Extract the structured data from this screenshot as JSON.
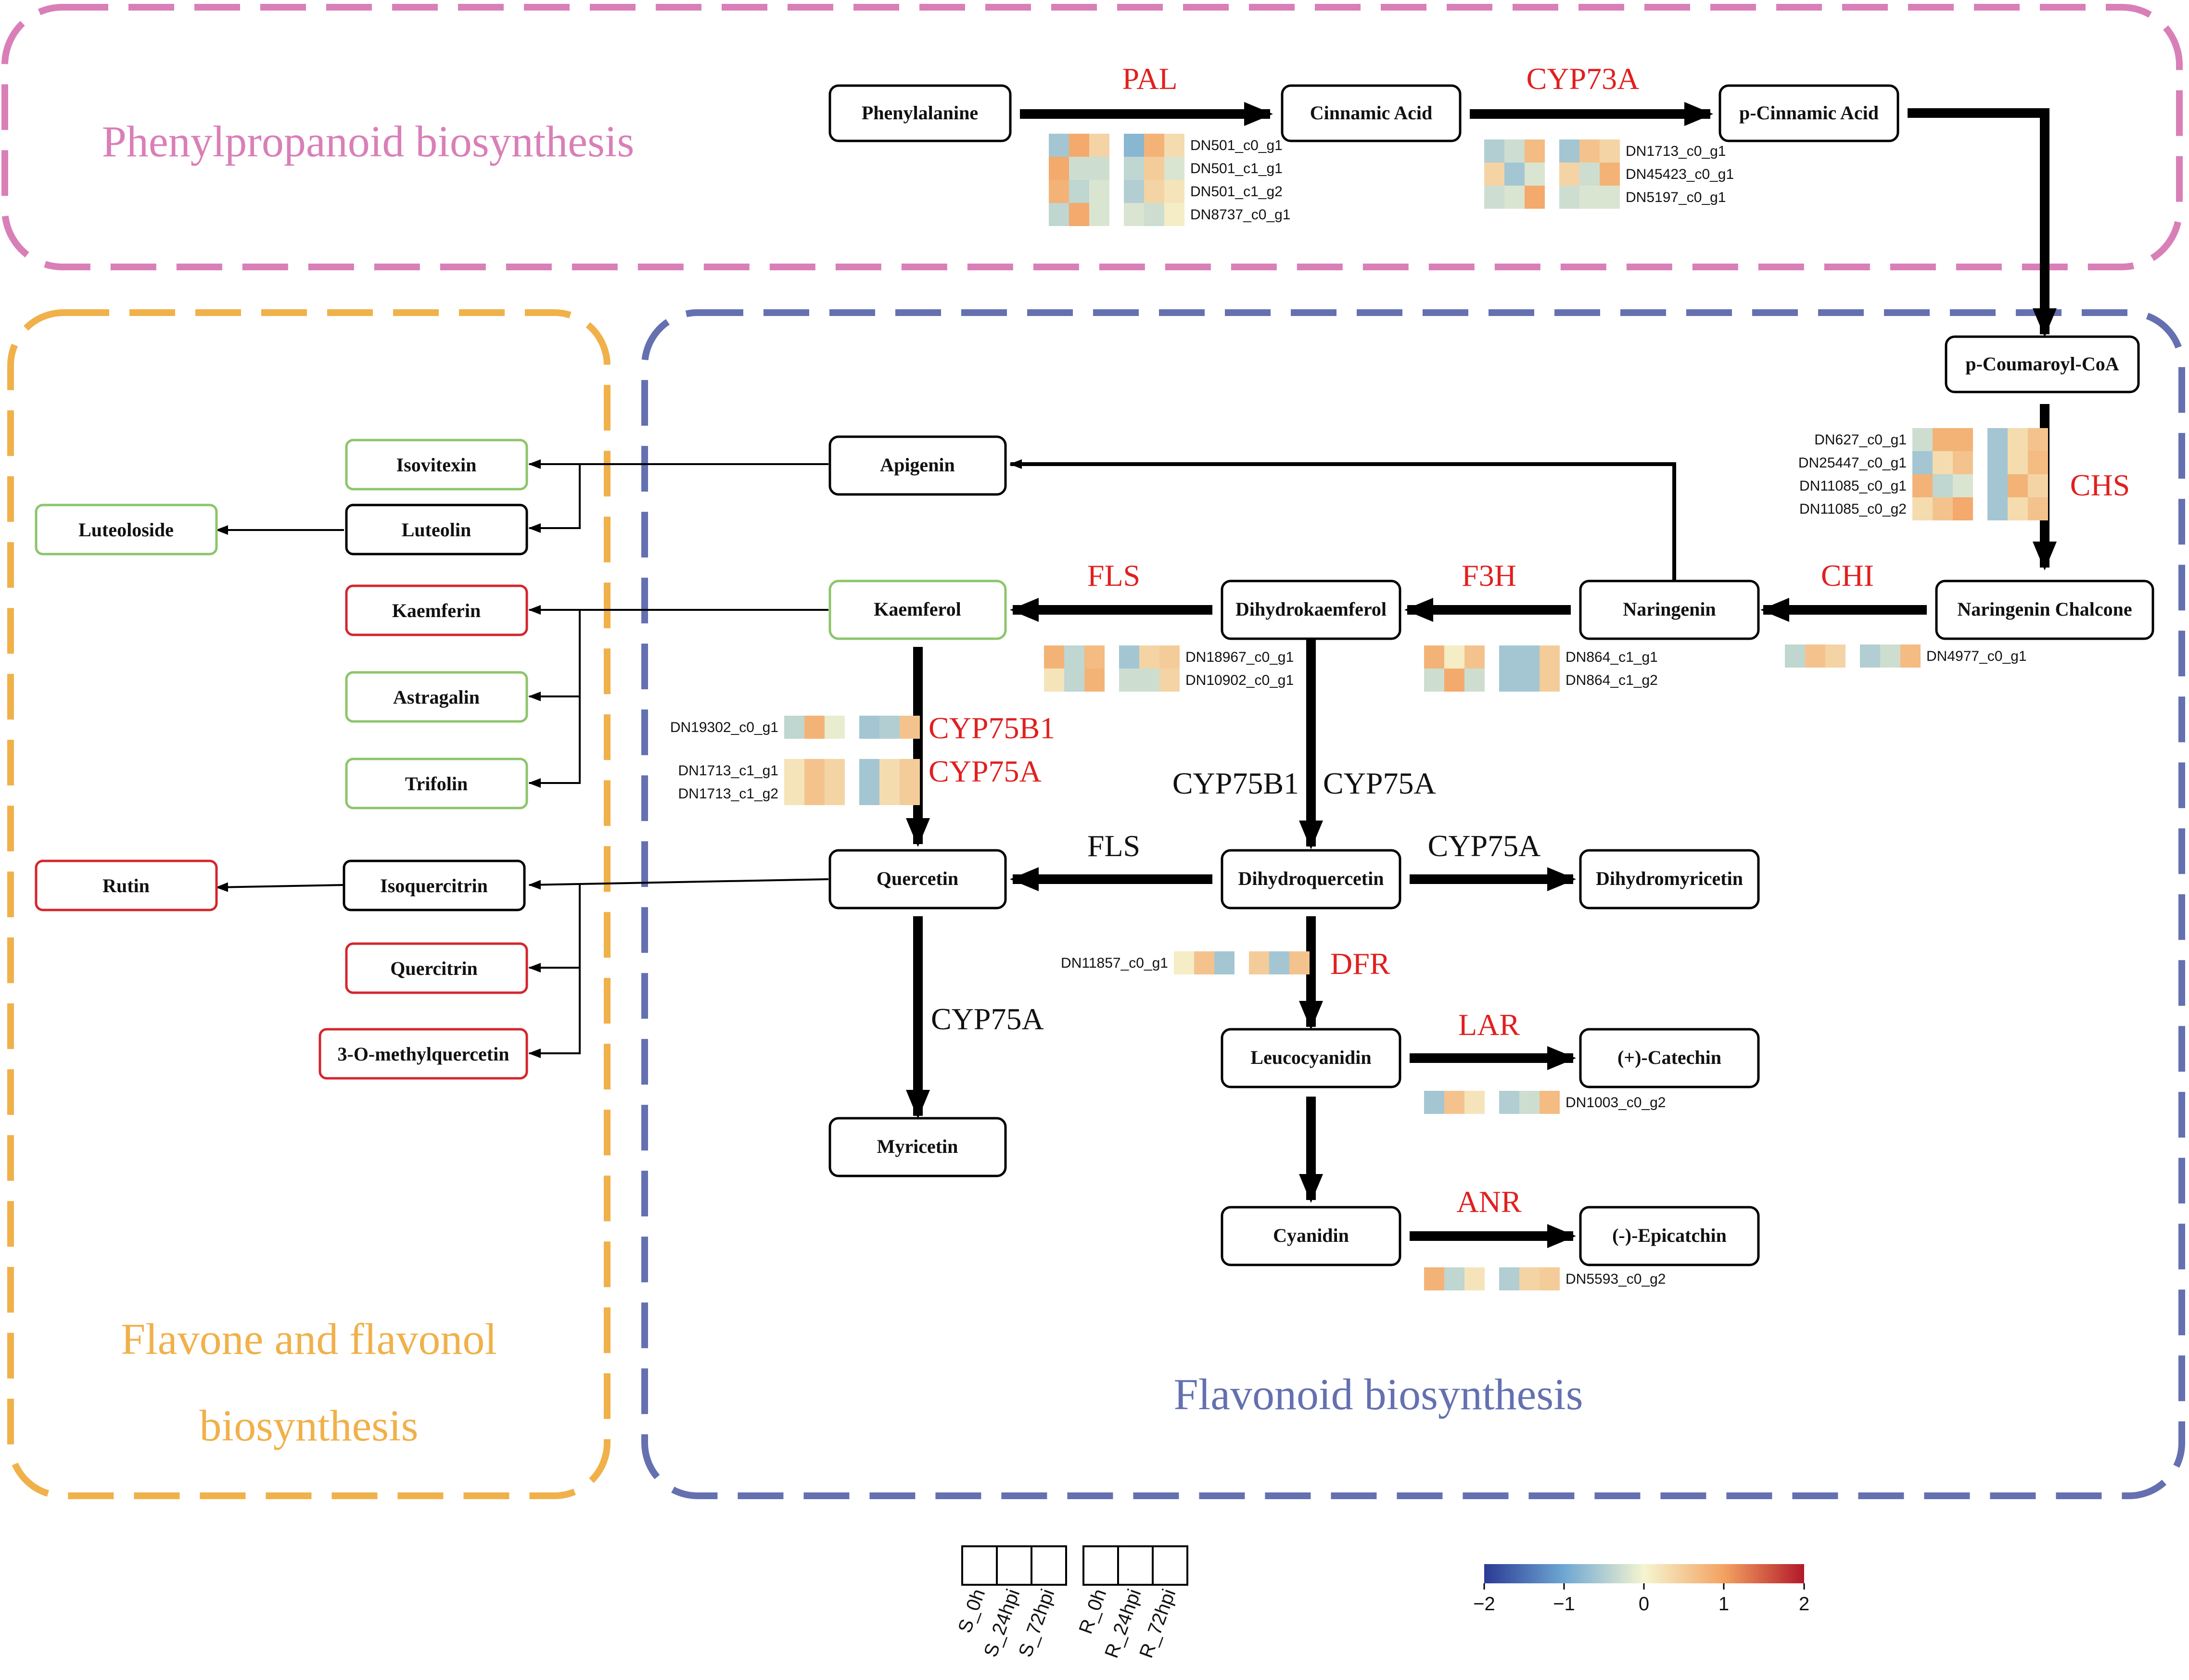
{
  "regions": {
    "phenylpropanoid": "Phenylpropanoid biosynthesis",
    "flavone_line1": "Flavone and flavonol",
    "flavone_line2": "biosynthesis",
    "flavonoid": "Flavonoid biosynthesis"
  },
  "colors": {
    "phenylpropanoid": "#d97fb8",
    "flavone": "#f0b14a",
    "flavonoid": "#6470b0",
    "green_border": "#8cc56a",
    "red_border": "#d4252c",
    "enzyme_red": "#e0201f"
  },
  "nodes": {
    "phenylalanine": "Phenylalanine",
    "cinnamic": "Cinnamic Acid",
    "p_cinnamic": "p-Cinnamic Acid",
    "coumaroyl": "p-Coumaroyl-CoA",
    "chalcone": "Naringenin Chalcone",
    "naringenin": "Naringenin",
    "dihydrokaemferol": "Dihydrokaemferol",
    "kaemferol": "Kaemferol",
    "apigenin": "Apigenin",
    "quercetin": "Quercetin",
    "dihydroquercetin": "Dihydroquercetin",
    "dihydromyricetin": "Dihydromyricetin",
    "myricetin": "Myricetin",
    "leucocyanidin": "Leucocyanidin",
    "catechin": "(+)-Catechin",
    "cyanidin": "Cyanidin",
    "epicatchin": "(-)-Epicatchin",
    "isovitexin": "Isovitexin",
    "luteolin": "Luteolin",
    "luteoloside": "Luteoloside",
    "kaemferin": "Kaemferin",
    "astragalin": "Astragalin",
    "trifolin": "Trifolin",
    "isoquercitrin": "Isoquercitrin",
    "rutin": "Rutin",
    "quercitrin": "Quercitrin",
    "methylquercetin": "3-O-methylquercetin"
  },
  "enzymes": {
    "pal": "PAL",
    "cyp73a": "CYP73A",
    "chs": "CHS",
    "chi": "CHI",
    "f3h": "F3H",
    "fls_red": "FLS",
    "cyp75b1_red": "CYP75B1",
    "cyp75a_red": "CYP75A",
    "cyp75b1_black": "CYP75B1",
    "cyp75a_black_mid": "CYP75A",
    "fls_black": "FLS",
    "cyp75a_right": "CYP75A",
    "dfr": "DFR",
    "cyp75a_down": "CYP75A",
    "lar": "LAR",
    "anr": "ANR"
  },
  "heatmaps": {
    "pal": {
      "genes": [
        "DN501_c0_g1",
        "DN501_c1_g1",
        "DN501_c1_g2",
        "DN8737_c0_g1"
      ],
      "values": [
        [
          -0.6,
          0.9,
          0.4,
          -0.8,
          0.8,
          0.3
        ],
        [
          0.9,
          -0.3,
          -0.3,
          -0.4,
          0.5,
          -0.2
        ],
        [
          0.8,
          -0.4,
          -0.2,
          -0.5,
          0.4,
          0.2
        ],
        [
          -0.4,
          0.9,
          -0.2,
          -0.2,
          -0.3,
          0.1
        ]
      ]
    },
    "cyp73a": {
      "genes": [
        "DN1713_c0_g1",
        "DN45423_c0_g1",
        "DN5197_c0_g1"
      ],
      "values": [
        [
          -0.5,
          -0.3,
          0.7,
          -0.6,
          0.6,
          0.4
        ],
        [
          0.4,
          -0.6,
          -0.2,
          0.4,
          -0.3,
          0.8
        ],
        [
          -0.3,
          -0.2,
          0.9,
          -0.3,
          -0.2,
          -0.2
        ]
      ]
    },
    "chs": {
      "genes": [
        "DN627_c0_g1",
        "DN25447_c0_g1",
        "DN11085_c0_g1",
        "DN11085_c0_g2"
      ],
      "values": [
        [
          -0.3,
          0.8,
          0.8,
          -0.6,
          0.3,
          0.6
        ],
        [
          -0.6,
          0.3,
          0.6,
          -0.6,
          0.3,
          0.7
        ],
        [
          0.8,
          -0.4,
          -0.2,
          -0.6,
          0.8,
          0.4
        ],
        [
          0.3,
          0.6,
          0.9,
          -0.6,
          0.3,
          0.6
        ]
      ]
    },
    "chi": {
      "genes": [
        "DN4977_c0_g1"
      ],
      "values": [
        [
          -0.4,
          0.6,
          0.4,
          -0.5,
          -0.3,
          0.7
        ]
      ]
    },
    "fls": {
      "genes": [
        "DN18967_c0_g1",
        "DN10902_c0_g1"
      ],
      "values": [
        [
          0.8,
          -0.4,
          0.7,
          -0.6,
          0.4,
          0.5
        ],
        [
          0.2,
          -0.4,
          0.8,
          -0.3,
          -0.3,
          0.4
        ]
      ]
    },
    "f3h": {
      "genes": [
        "DN864_c1_g1",
        "DN864_c1_g2"
      ],
      "values": [
        [
          0.8,
          0.1,
          0.6,
          -0.6,
          -0.6,
          0.5
        ],
        [
          -0.3,
          0.9,
          -0.3,
          -0.6,
          -0.6,
          0.5
        ]
      ]
    },
    "cyp75b1": {
      "genes": [
        "DN19302_c0_g1"
      ],
      "values": [
        [
          -0.4,
          0.8,
          -0.1,
          -0.6,
          -0.5,
          0.6
        ]
      ]
    },
    "cyp75a": {
      "genes": [
        "DN1713_c1_g1",
        "DN1713_c1_g2"
      ],
      "values": [
        [
          0.2,
          0.6,
          0.4,
          -0.6,
          0.3,
          0.5
        ],
        [
          0.2,
          0.6,
          0.4,
          -0.6,
          0.3,
          0.5
        ]
      ]
    },
    "dfr": {
      "genes": [
        "DN11857_c0_g1"
      ],
      "values": [
        [
          0.1,
          0.6,
          -0.6,
          0.5,
          -0.6,
          0.6
        ]
      ]
    },
    "lar": {
      "genes": [
        "DN1003_c0_g2"
      ],
      "values": [
        [
          -0.6,
          0.6,
          0.2,
          -0.5,
          -0.3,
          0.7
        ]
      ]
    },
    "anr": {
      "genes": [
        "DN5593_c0_g2"
      ],
      "values": [
        [
          0.8,
          -0.4,
          0.2,
          -0.5,
          0.4,
          0.5
        ]
      ]
    }
  },
  "legend": {
    "samples": [
      "S_0h",
      "S_24hpi",
      "S_72hpi",
      "R_0h",
      "R_24hpi",
      "R_72hpi"
    ],
    "scale_ticks": [
      "−2",
      "−1",
      "0",
      "1",
      "2"
    ],
    "scale_min": -2,
    "scale_max": 2
  }
}
